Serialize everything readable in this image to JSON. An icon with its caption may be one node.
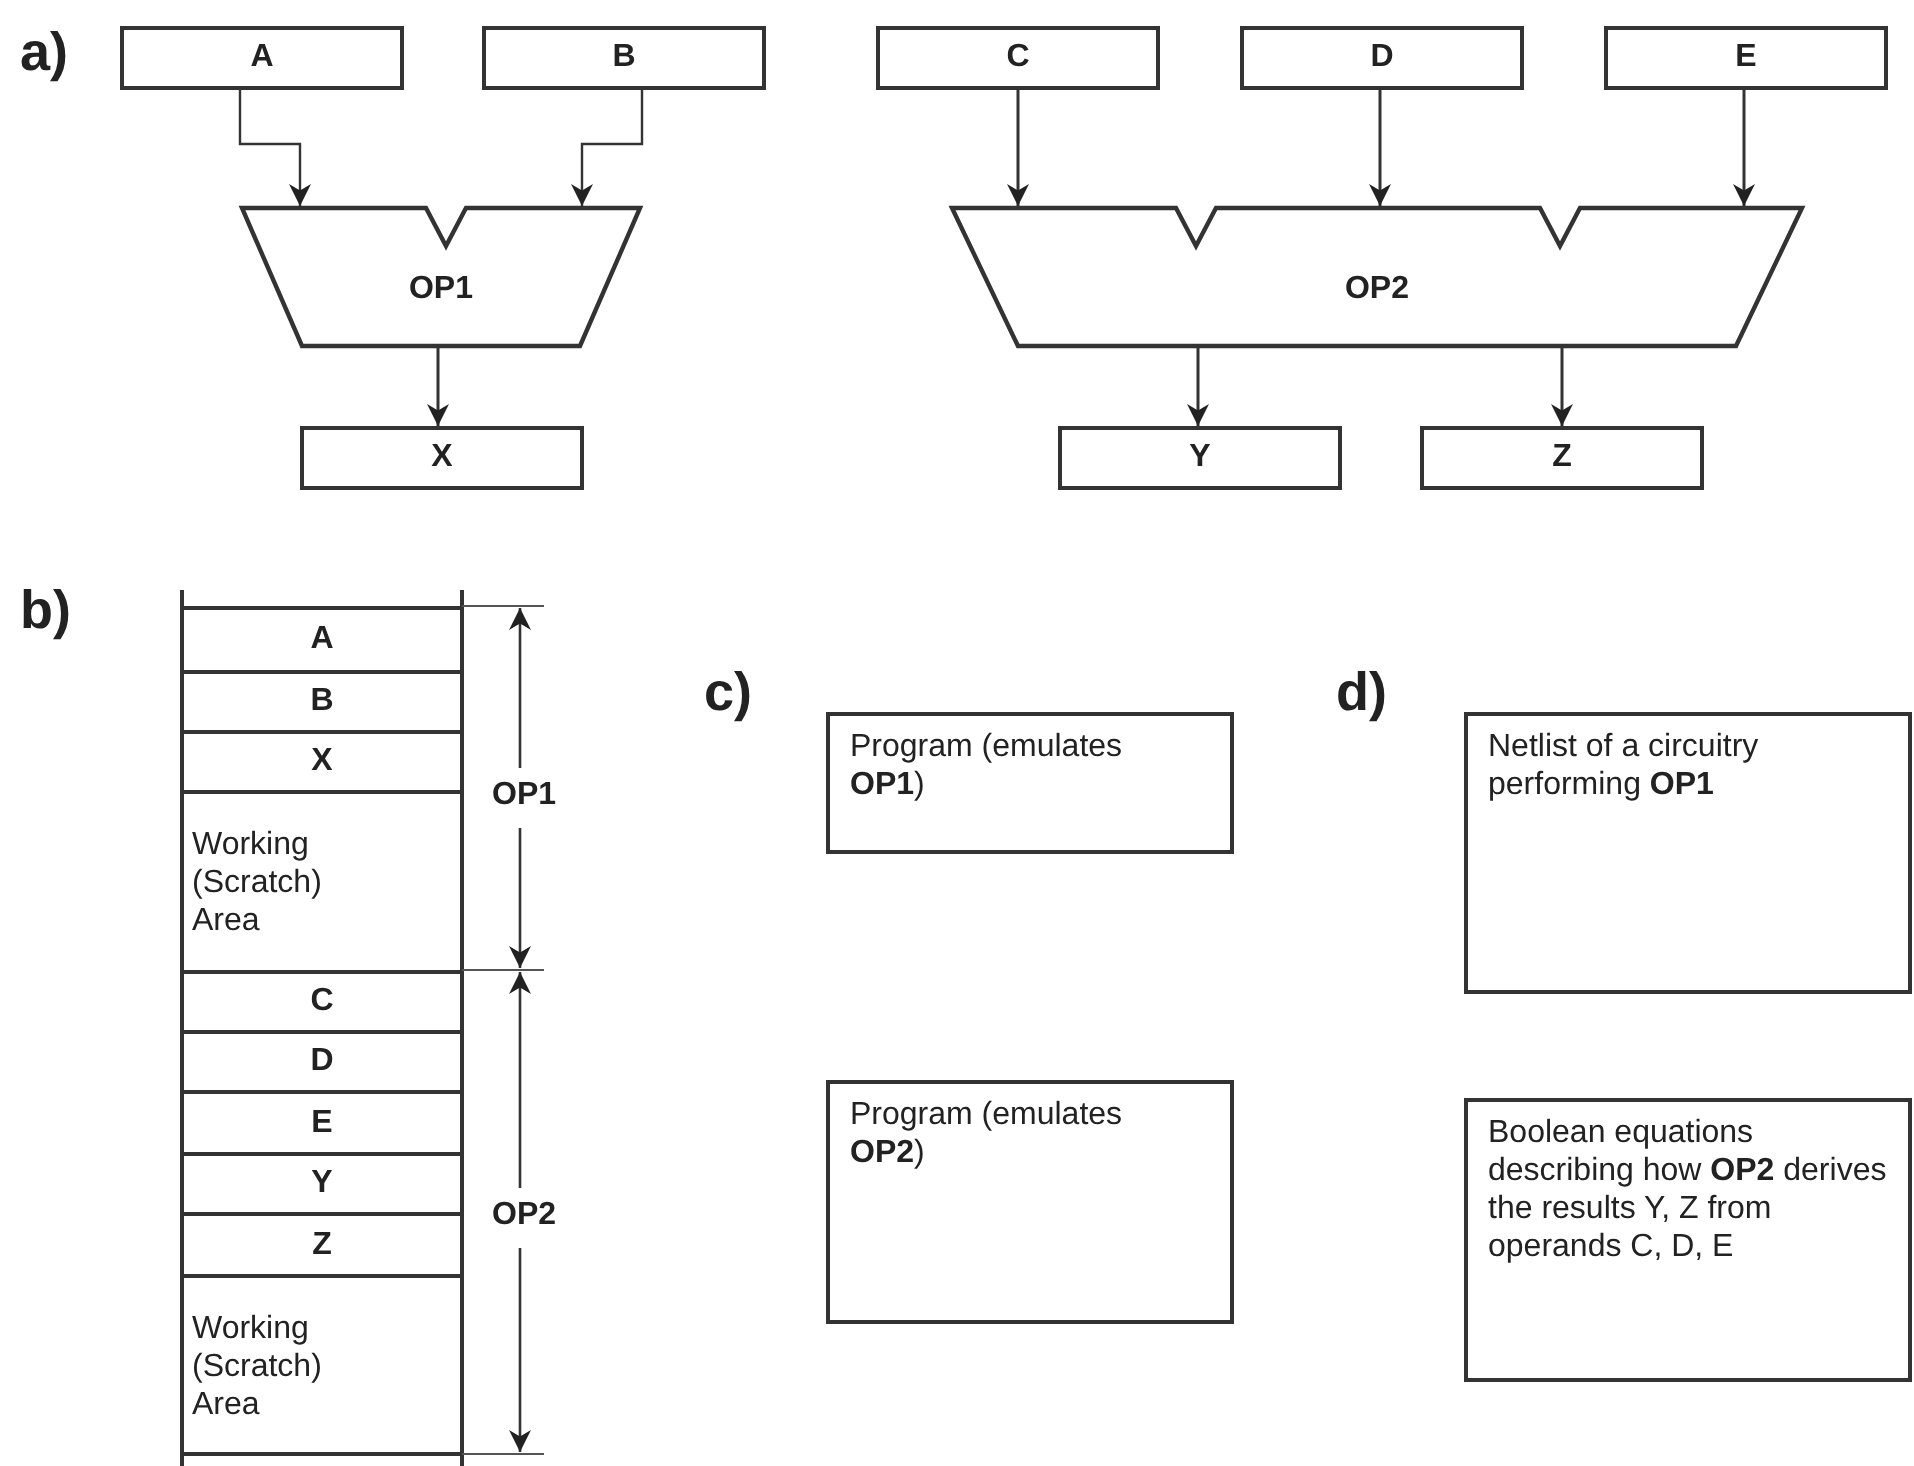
{
  "diagram": {
    "nodes": [
      {
        "text": [
          "A"
        ]
      },
      {
        "text": [
          "B"
        ]
      },
      {
        "text": [
          "C"
        ]
      },
      {
        "text": [
          "D"
        ]
      },
      {
        "text": [
          "E"
        ]
      },
      {
        "text": [
          "OP1"
        ]
      },
      {
        "text": [
          "OP2"
        ]
      },
      {
        "text": [
          "X"
        ]
      },
      {
        "text": [
          "Y"
        ]
      },
      {
        "text": [
          "Z"
        ]
      },
      {
        "text": [
          "A"
        ]
      },
      {
        "text": [
          "B"
        ]
      },
      {
        "text": [
          "X"
        ]
      },
      {
        "text": [
          "Working (Scratch) Area"
        ]
      },
      {
        "text": [
          "C"
        ]
      },
      {
        "text": [
          "D"
        ]
      },
      {
        "text": [
          "E"
        ]
      },
      {
        "text": [
          "Y"
        ]
      },
      {
        "text": [
          "Z"
        ]
      },
      {
        "text": [
          "Working (Scratch) Area"
        ]
      },
      {
        "text": [
          "Program (emulates **OP1**)"
        ]
      },
      {
        "text": [
          "Program (emulates **OP2**)"
        ]
      },
      {
        "text": [
          "Netlist of a circuitry performing **OP1**"
        ]
      },
      {
        "text": [
          "Boolean equations describing how **OP2** derives the results Y, Z from operands C, D, E"
        ]
      }
    ],
    "edges": [
      {
        "from": 0,
        "to": 5,
        "arrow": "to"
      },
      {
        "from": 1,
        "to": 5,
        "arrow": "to"
      },
      {
        "from": 2,
        "to": 6,
        "arrow": "to"
      },
      {
        "from": 3,
        "to": 6,
        "arrow": "to"
      },
      {
        "from": 4,
        "to": 6,
        "arrow": "to"
      },
      {
        "from": 5,
        "to": 7,
        "arrow": "to"
      },
      {
        "from": 6,
        "to": 8,
        "arrow": "to"
      },
      {
        "from": 6,
        "to": 9,
        "arrow": "to"
      }
    ],
    "labels": [
      "a)",
      "b)",
      "OP1",
      "OP2",
      "c)",
      "d)"
    ]
  }
}
